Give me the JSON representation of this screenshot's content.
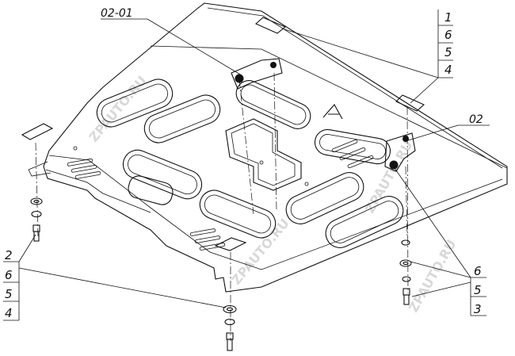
{
  "callouts": {
    "top_left": "02-01",
    "right_bracket": "02"
  },
  "stacks": {
    "top_right": [
      "1",
      "6",
      "5",
      "4"
    ],
    "left": [
      "2",
      "6",
      "5",
      "4"
    ],
    "bottom_right": [
      "6",
      "5",
      "3"
    ]
  },
  "watermark": "ZPAUTO.RU",
  "colors": {
    "line": "#111111",
    "watermark": "#d8d8d8",
    "background": "#ffffff"
  }
}
